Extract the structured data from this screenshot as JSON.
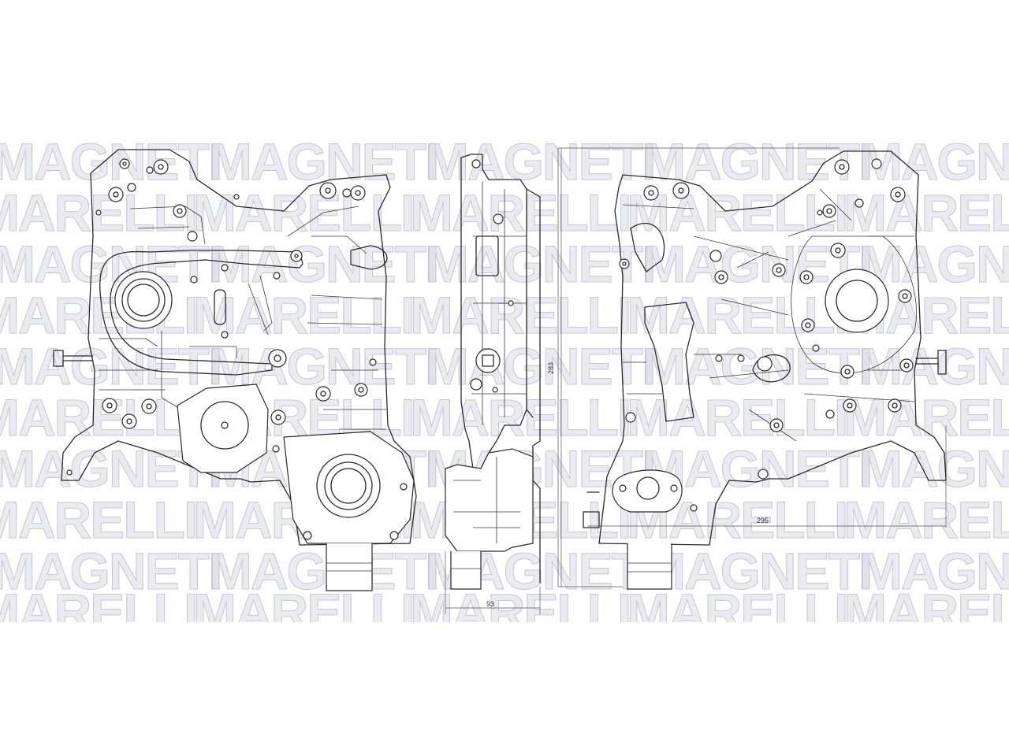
{
  "watermark": {
    "brand_line_1": "MAGNETI",
    "brand_line_2": "MARELLI"
  },
  "views": [
    {
      "id": "front-view"
    },
    {
      "id": "side-view",
      "dimension_label": "93"
    },
    {
      "id": "rear-view",
      "dimension_width_label": "295",
      "dimension_height_label": "283"
    }
  ]
}
